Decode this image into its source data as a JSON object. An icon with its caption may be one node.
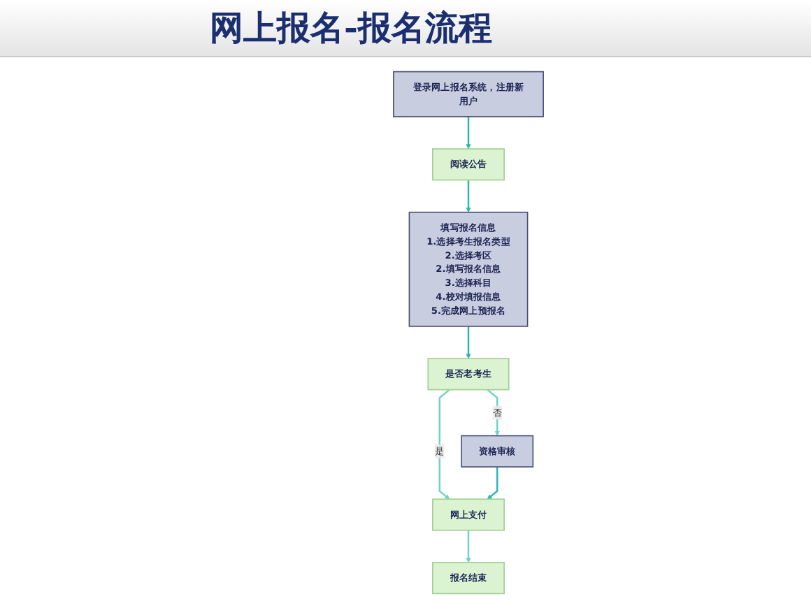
{
  "diagram": {
    "title": "网上报名-报名流程",
    "nodes": [
      {
        "text": [
          "登录网上报名系统，注册新用户"
        ]
      },
      {
        "text": [
          "阅读公告"
        ]
      },
      {
        "text": [
          "填写报名信息",
          "1.选择考生报名类型",
          "2.选择考区",
          "2.填写报名信息",
          "3.选择科目",
          "4.校对填报信息",
          "5.完成网上预报名"
        ]
      },
      {
        "text": [
          "是否老考生"
        ]
      },
      {
        "text": [
          "资格审核"
        ]
      },
      {
        "text": [
          "网上支付"
        ]
      },
      {
        "text": [
          "报名结束"
        ]
      }
    ],
    "edges": [
      {
        "from": 0,
        "to": 1,
        "arrow": "to"
      },
      {
        "from": 1,
        "to": 2,
        "arrow": "to"
      },
      {
        "from": 2,
        "to": 3,
        "arrow": "to"
      },
      {
        "from": 3,
        "to": 5,
        "arrow": "to",
        "label": "是",
        "color": "#6fd2c8"
      },
      {
        "from": 3,
        "to": 4,
        "arrow": "to",
        "label": "否",
        "color": "#6fd2c8"
      },
      {
        "from": 4,
        "to": 5,
        "arrow": "to"
      },
      {
        "from": 5,
        "to": 6,
        "arrow": "to",
        "color": "#6fd2c8"
      }
    ]
  }
}
